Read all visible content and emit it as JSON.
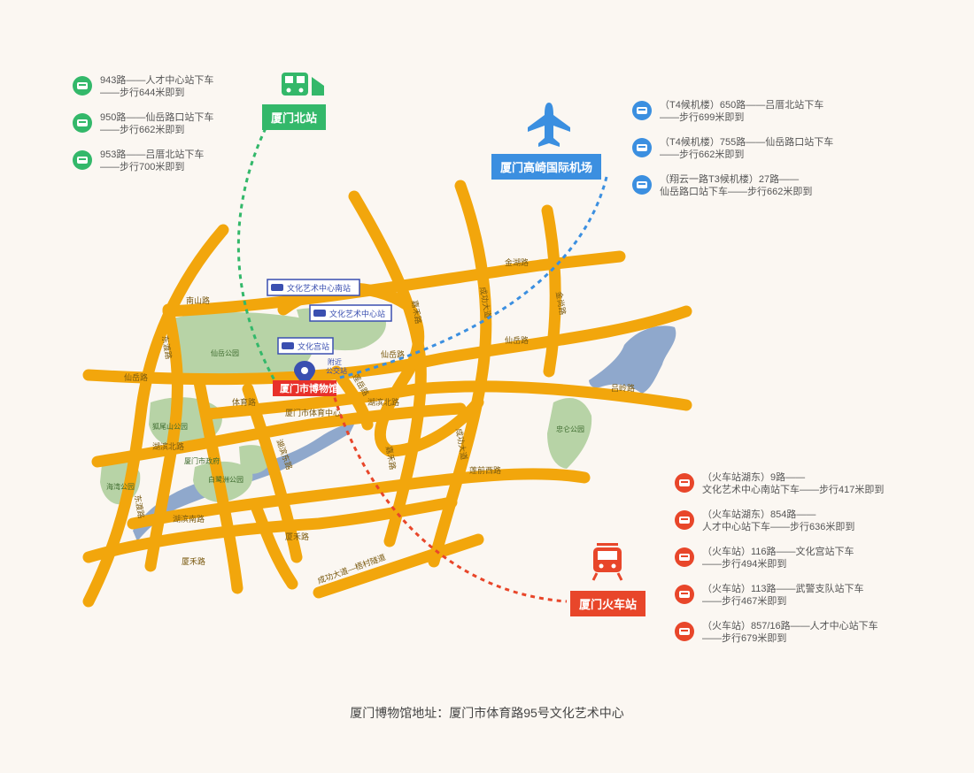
{
  "stations": {
    "north": "厦门北站",
    "airport": "厦门高崎国际机场",
    "train": "厦门火车站"
  },
  "museum": {
    "name": "厦门市博物馆",
    "nearby": "附近",
    "nearby2": "公交站"
  },
  "bus_stops": {
    "a": "文化艺术中心南站",
    "b": "文化艺术中心站",
    "c": "文化宫站"
  },
  "routes_north": [
    {
      "text": "943路——人才中心站下车\n——步行644米即到"
    },
    {
      "text": "950路——仙岳路口站下车\n——步行662米即到"
    },
    {
      "text": "953路——吕厝北站下车\n——步行700米即到"
    }
  ],
  "routes_airport": [
    {
      "text": "（T4候机楼）650路——吕厝北站下车\n——步行699米即到"
    },
    {
      "text": "（T4候机楼）755路——仙岳路口站下车\n——步行662米即到"
    },
    {
      "text": "（翔云一路T3候机楼）27路——\n仙岳路口站下车——步行662米即到"
    }
  ],
  "routes_train": [
    {
      "text": "（火车站湖东）9路——\n文化艺术中心南站下车——步行417米即到"
    },
    {
      "text": "（火车站湖东）854路——\n人才中心站下车——步行636米即到"
    },
    {
      "text": "（火车站）116路——文化宫站下车\n——步行494米即到"
    },
    {
      "text": "（火车站）113路——武警支队站下车\n——步行467米即到"
    },
    {
      "text": "（火车站）857/16路——人才中心站下车\n——步行679米即到"
    }
  ],
  "roads": {
    "nanshan": "南山路",
    "jinhu": "金湖路",
    "xianyue_w": "仙岳路",
    "xianyue_m": "仙岳路",
    "xianyue_e": "仙岳路",
    "jiahe_n": "嘉禾路",
    "chenggong_n": "成功大道",
    "jinshang": "金尚路",
    "donddu": "东渡路",
    "tiyu": "体育路",
    "lianyue": "莲岳路",
    "hubin_n": "湖滨北路",
    "hubin_n2": "湖滨北路",
    "lvling": "吕岭路",
    "hubin_e": "湖滨东路",
    "jiahe_s": "嘉禾路",
    "chenggong_m": "成功大道",
    "lianqian_w": "莲前西路",
    "dongdu2": "东渡路",
    "hubin_s": "湖滨南路",
    "xiahe_e": "厦禾路",
    "xiahe_w": "厦禾路",
    "tunnel": "成功大道—梧村隧道",
    "tiyu_center": "厦门市体育中心"
  },
  "parks": {
    "xianyue": "仙岳公园",
    "huweishan": "狐尾山公园",
    "gov": "厦门市政府",
    "bailuzhou": "白鹭洲公园",
    "haiwan": "海湾公园",
    "zhongren": "忠仑公园"
  },
  "footer": "厦门博物馆地址：厦门市体育路95号文化艺术中心",
  "colors": {
    "road": "#f2a60c",
    "park": "#b7d3a6",
    "water": "#8fa8cc",
    "green": "#33b86a",
    "blue": "#3b8fe0",
    "red": "#e8462a"
  }
}
